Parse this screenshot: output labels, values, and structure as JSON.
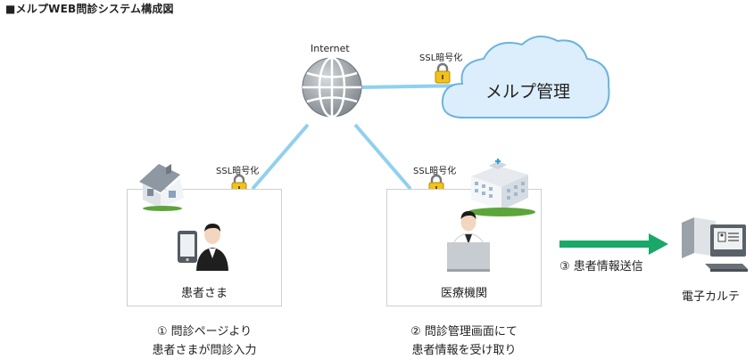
{
  "title": "■メルプWEB問診システム構成図",
  "internet_label": "Internet",
  "cloud_label": "メルプ管理",
  "ssl_label": "SSL暗号化",
  "patient": {
    "box_label": "患者さま",
    "caption_line1": "① 問診ページより",
    "caption_line2": "患者さまが問診入力"
  },
  "clinic": {
    "box_label": "医療機関",
    "caption_line1": "② 問診管理画面にて",
    "caption_line2": "患者情報を受け取り"
  },
  "transfer_label": "③ 患者情報送信",
  "emr_label": "電子カルテ",
  "colors": {
    "link": "#8fd0ef",
    "arrow": "#1aa86a",
    "cloud_fill": "#dceefb",
    "cloud_stroke": "#6cb3df",
    "lock_body": "#f2c21b"
  }
}
